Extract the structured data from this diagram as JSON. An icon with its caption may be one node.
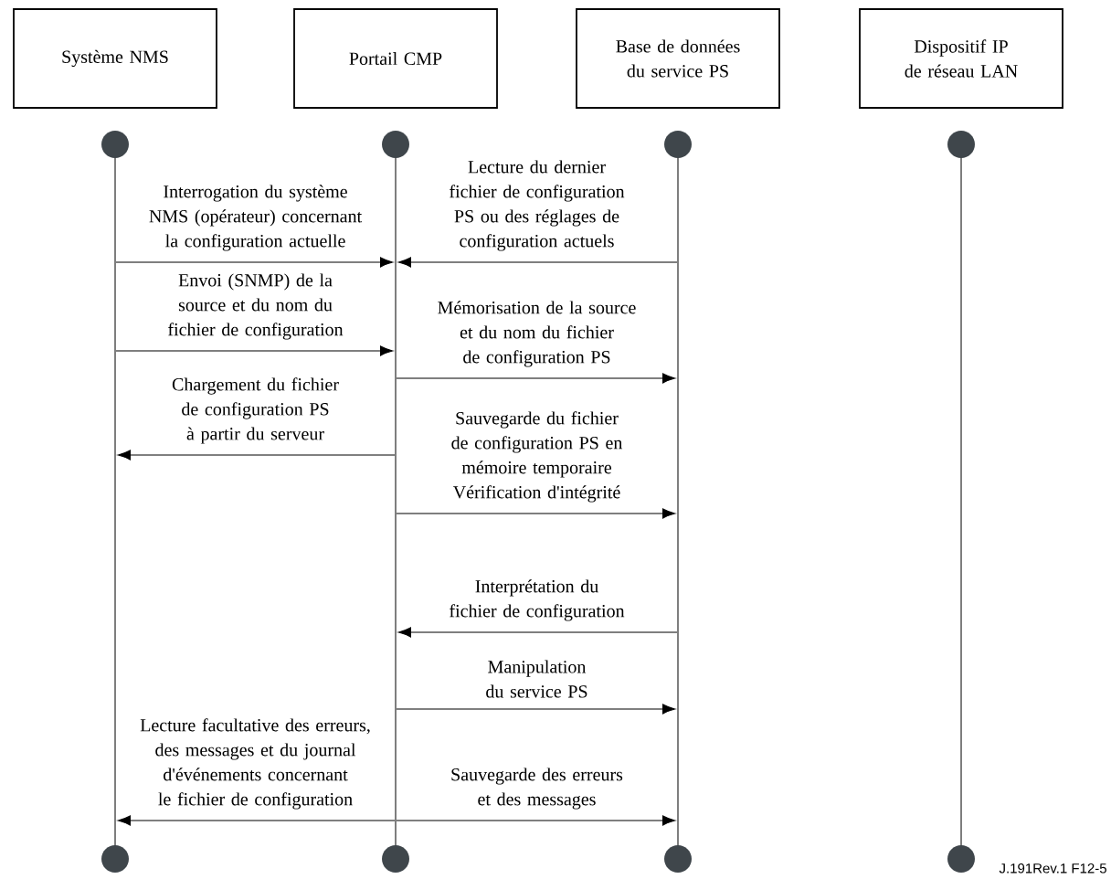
{
  "diagram": {
    "nodes": [
      {
        "text": [
          "Système NMS"
        ]
      },
      {
        "text": [
          "Portail CMP"
        ]
      },
      {
        "text": [
          "Base de données du service PS"
        ]
      },
      {
        "text": [
          "Dispositif IP de réseau LAN"
        ]
      },
      {
        "text": [],
        "shape": "bar"
      },
      {
        "text": [],
        "shape": "bar"
      },
      {
        "text": [],
        "shape": "bar"
      },
      {
        "text": [],
        "shape": "bar"
      }
    ],
    "edges": [
      {
        "from": 4,
        "to": 5,
        "arrow": "to",
        "label": "Interrogation du système NMS (opérateur) concernant  la configuration actuelle"
      },
      {
        "from": 6,
        "to": 5,
        "arrow": "to",
        "label": "Lecture du dernier fichier de configuration PS ou des réglages de configuration actuels"
      },
      {
        "from": 4,
        "to": 5,
        "arrow": "to",
        "label": "Envoi (SNMP) de la source et du nom du fichier de configuration"
      },
      {
        "from": 5,
        "to": 6,
        "arrow": "to",
        "label": "Mémorisation de la source et du nom du fichier de configuration PS"
      },
      {
        "from": 5,
        "to": 4,
        "arrow": "to",
        "label": "Chargement du fichier de configuration PS à partir du serveur"
      },
      {
        "from": 5,
        "to": 6,
        "arrow": "to",
        "label": "Sauvegarde du fichier de configuration PS en mémoire temporaire Vérification d'intégrité"
      },
      {
        "from": 6,
        "to": 5,
        "arrow": "to",
        "label": "Interprétation du fichier de configuration"
      },
      {
        "from": 5,
        "to": 6,
        "arrow": "to",
        "label": "Manipulation du service  PS"
      },
      {
        "from": 5,
        "to": 4,
        "arrow": "to",
        "label": "Lecture facultative des erreurs, des messages et du journal d'événements concernant le fichier de configuration"
      },
      {
        "from": 5,
        "to": 6,
        "arrow": "to",
        "label": "Sauvegarde des erreurs et des messages"
      }
    ],
    "labels": [
      "J.191Rev.1  F12-5"
    ]
  }
}
